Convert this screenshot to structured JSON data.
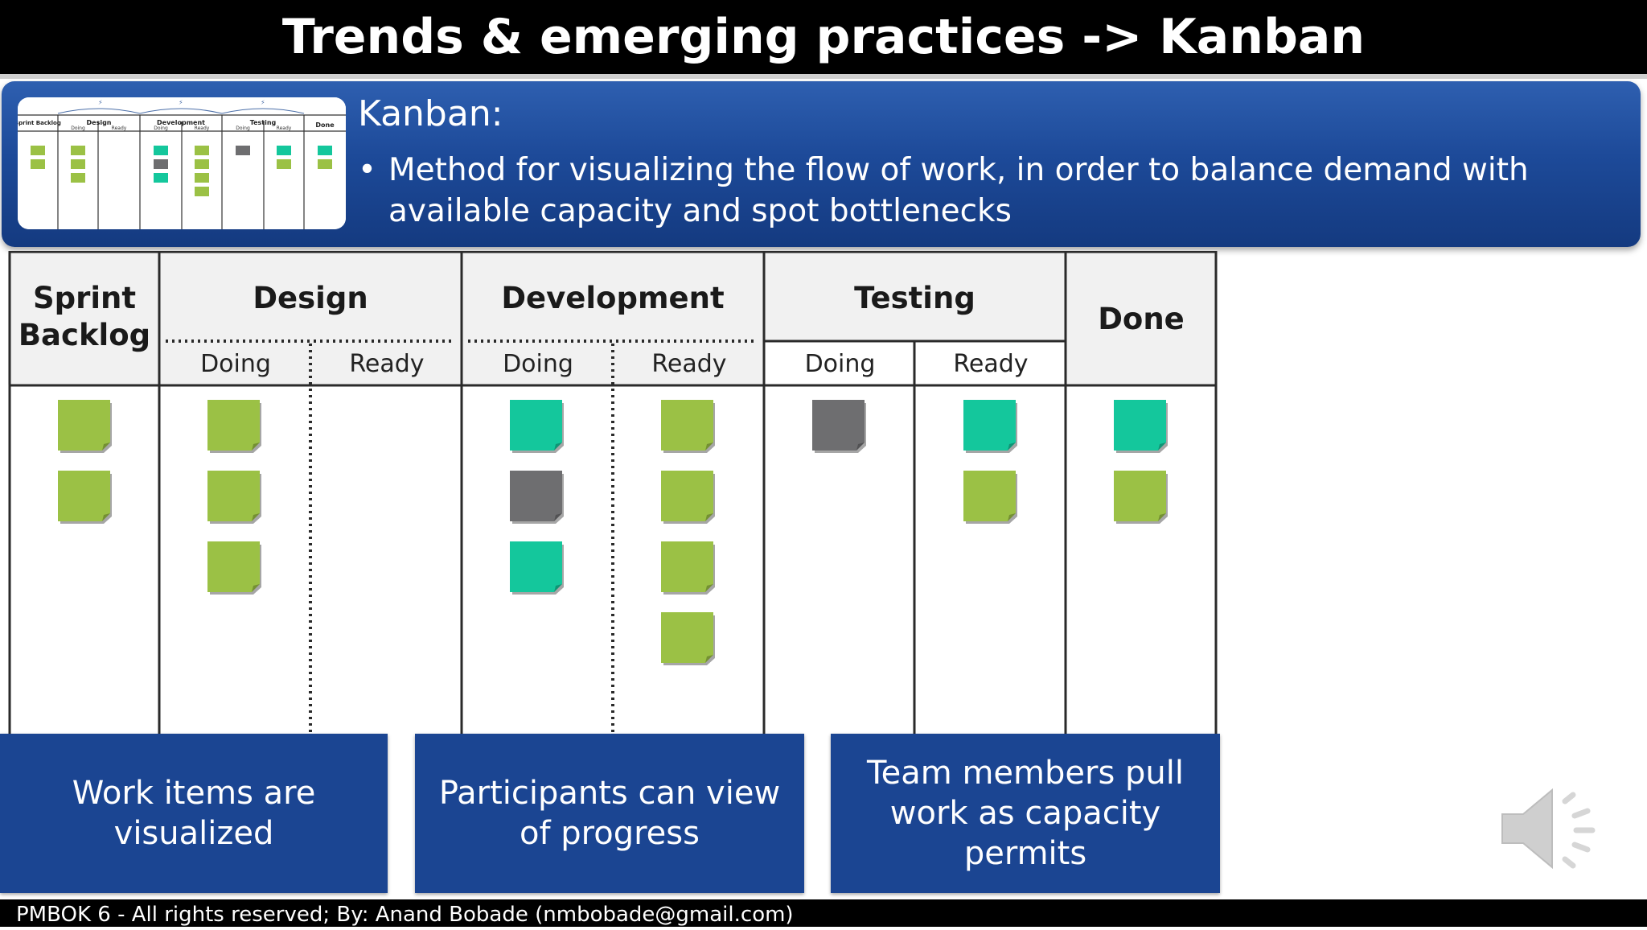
{
  "slide": {
    "title": "Trends & emerging practices -> Kanban",
    "banner": {
      "heading": "Kanban:",
      "bullet": "Method for visualizing the flow of work, in order to balance demand with available capacity and spot bottlenecks"
    },
    "thumbnail": {
      "columns": [
        "Sprint Backlog",
        "Design",
        "Development",
        "Testing",
        "Done"
      ],
      "subcolumns": [
        "Doing",
        "Ready",
        "Doing",
        "Ready",
        "Doing",
        "Ready"
      ]
    },
    "board": {
      "columns": [
        {
          "label": "Sprint Backlog",
          "sub": []
        },
        {
          "label": "Design",
          "sub": [
            "Doing",
            "Ready"
          ]
        },
        {
          "label": "Development",
          "sub": [
            "Doing",
            "Ready"
          ]
        },
        {
          "label": "Testing",
          "sub": [
            "Doing",
            "Ready"
          ]
        },
        {
          "label": "Done",
          "sub": []
        }
      ],
      "note_colors": {
        "green": "#9bc145",
        "teal": "#14c79c",
        "gray": "#6e6e70"
      },
      "lanes": [
        {
          "name": "Sprint Backlog",
          "cards": [
            "green",
            "green"
          ]
        },
        {
          "name": "Design Doing",
          "cards": [
            "green",
            "green",
            "green"
          ]
        },
        {
          "name": "Design Ready",
          "cards": []
        },
        {
          "name": "Development Doing",
          "cards": [
            "teal",
            "gray",
            "teal"
          ]
        },
        {
          "name": "Development Ready",
          "cards": [
            "green",
            "green",
            "green",
            "green"
          ]
        },
        {
          "name": "Testing Doing",
          "cards": [
            "gray"
          ]
        },
        {
          "name": "Testing Ready",
          "cards": [
            "teal",
            "green"
          ]
        },
        {
          "name": "Done",
          "cards": [
            "teal",
            "green"
          ]
        }
      ]
    },
    "captions": [
      "Work items are visualized",
      "Participants can view of progress",
      "Team members pull work as capacity permits"
    ],
    "footer": "PMBOK 6 - All rights reserved; By: Anand Bobade (nmbobade@gmail.com)",
    "speaker_icon": "speaker-icon"
  }
}
